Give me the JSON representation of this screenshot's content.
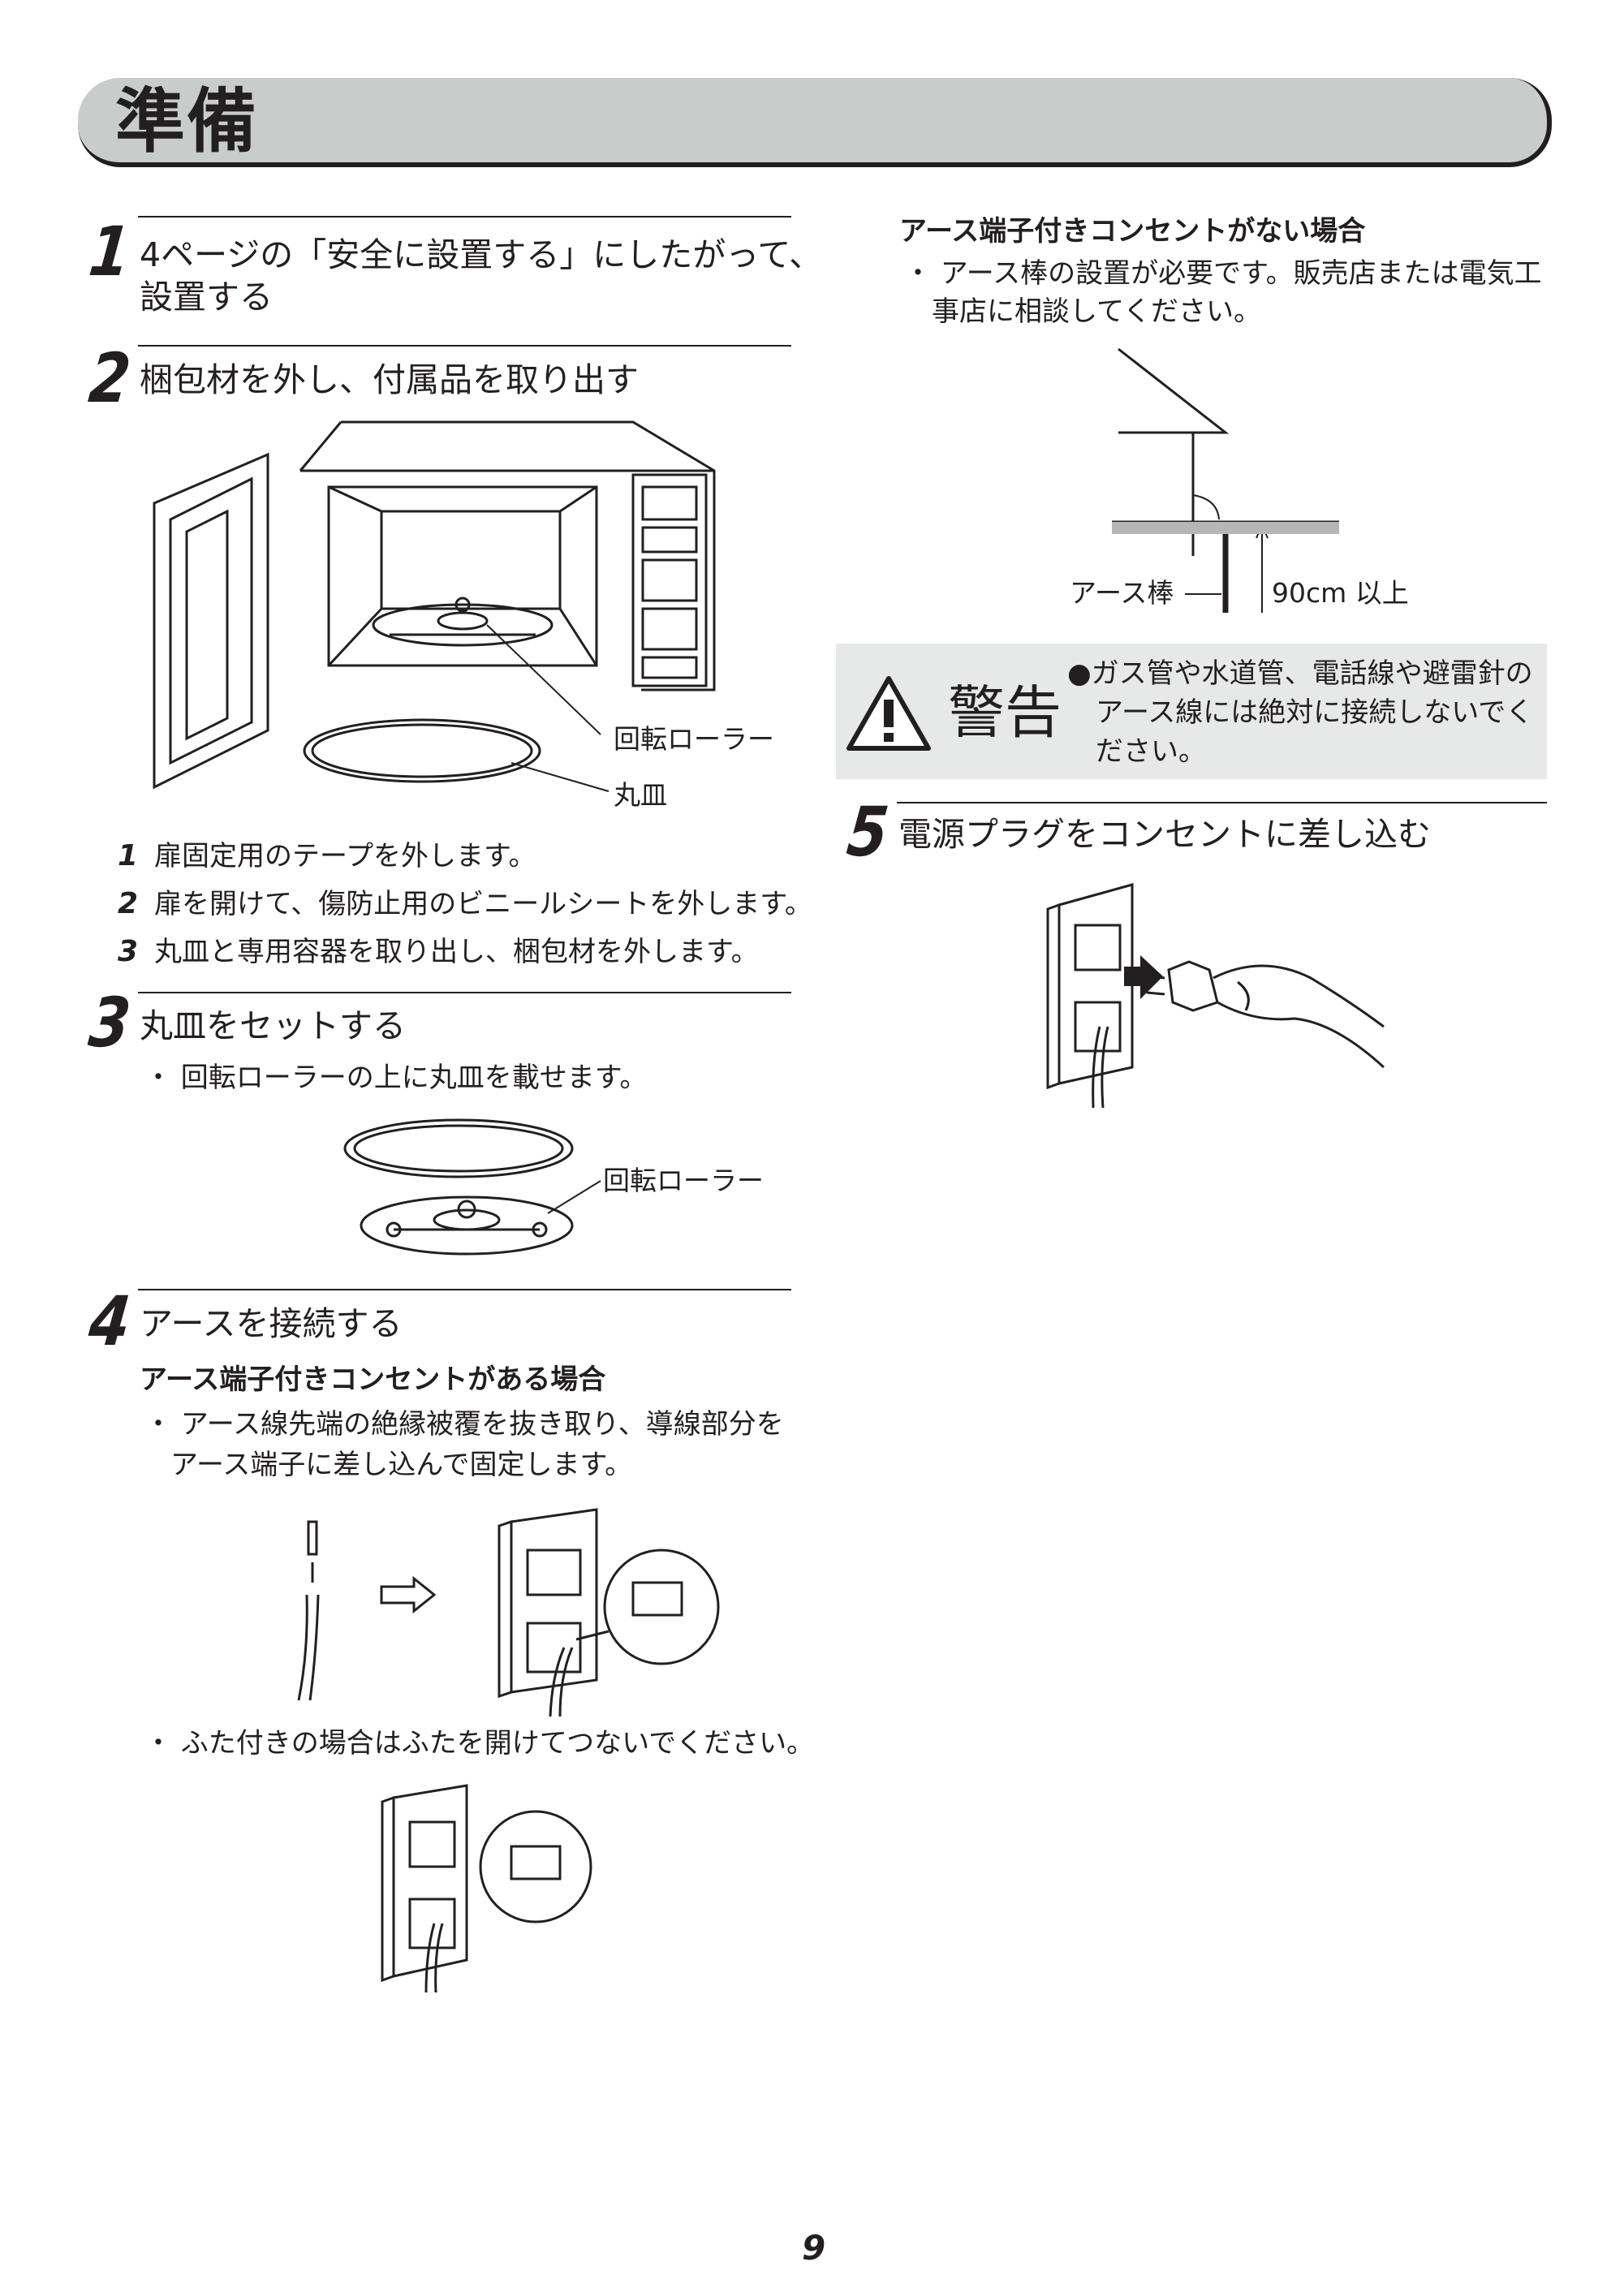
{
  "header": {
    "title": "準備"
  },
  "steps": [
    {
      "num": "1",
      "title_lines": [
        "4ページの「安全に設置する」にしたがって、",
        "設置する"
      ]
    },
    {
      "num": "2",
      "title": "梱包材を外し、付属品を取り出す",
      "labels": {
        "roller": "回転ローラー",
        "plate": "丸皿"
      },
      "substeps": [
        {
          "num": "1",
          "text": "扉固定用のテープを外します。"
        },
        {
          "num": "2",
          "text": "扉を開けて、傷防止用のビニールシートを外します。"
        },
        {
          "num": "3",
          "text": "丸皿と専用容器を取り出し、梱包材を外します。"
        }
      ]
    },
    {
      "num": "3",
      "title": "丸皿をセットする",
      "bullet": "・ 回転ローラーの上に丸皿を載せます。",
      "labels": {
        "roller": "回転ローラー"
      }
    },
    {
      "num": "4",
      "title": "アースを接続する",
      "with_terminal": {
        "heading": "アース端子付きコンセントがある場合",
        "bullet_lines": [
          "・ アース線先端の絶縁被覆を抜き取り、導線部分を",
          "アース端子に差し込んで固定します。"
        ]
      },
      "lid_bullet": "・ ふた付きの場合はふたを開けてつないでください。",
      "without_terminal": {
        "heading": "アース端子付きコンセントがない場合",
        "bullet_lines": [
          "・ アース棒の設置が必要です。販売店または電気工",
          "事店に相談してください。"
        ],
        "labels": {
          "rod": "アース棒",
          "depth": "90cm 以上"
        }
      }
    },
    {
      "num": "5",
      "title": "電源プラグをコンセントに差し込む"
    }
  ],
  "warning": {
    "title": "警告",
    "lines": [
      "●ガス管や水道管、電話線や避雷針の",
      "アース線には絶対に接続しないでく",
      "ださい。"
    ]
  },
  "footer": {
    "page_number": "9"
  }
}
